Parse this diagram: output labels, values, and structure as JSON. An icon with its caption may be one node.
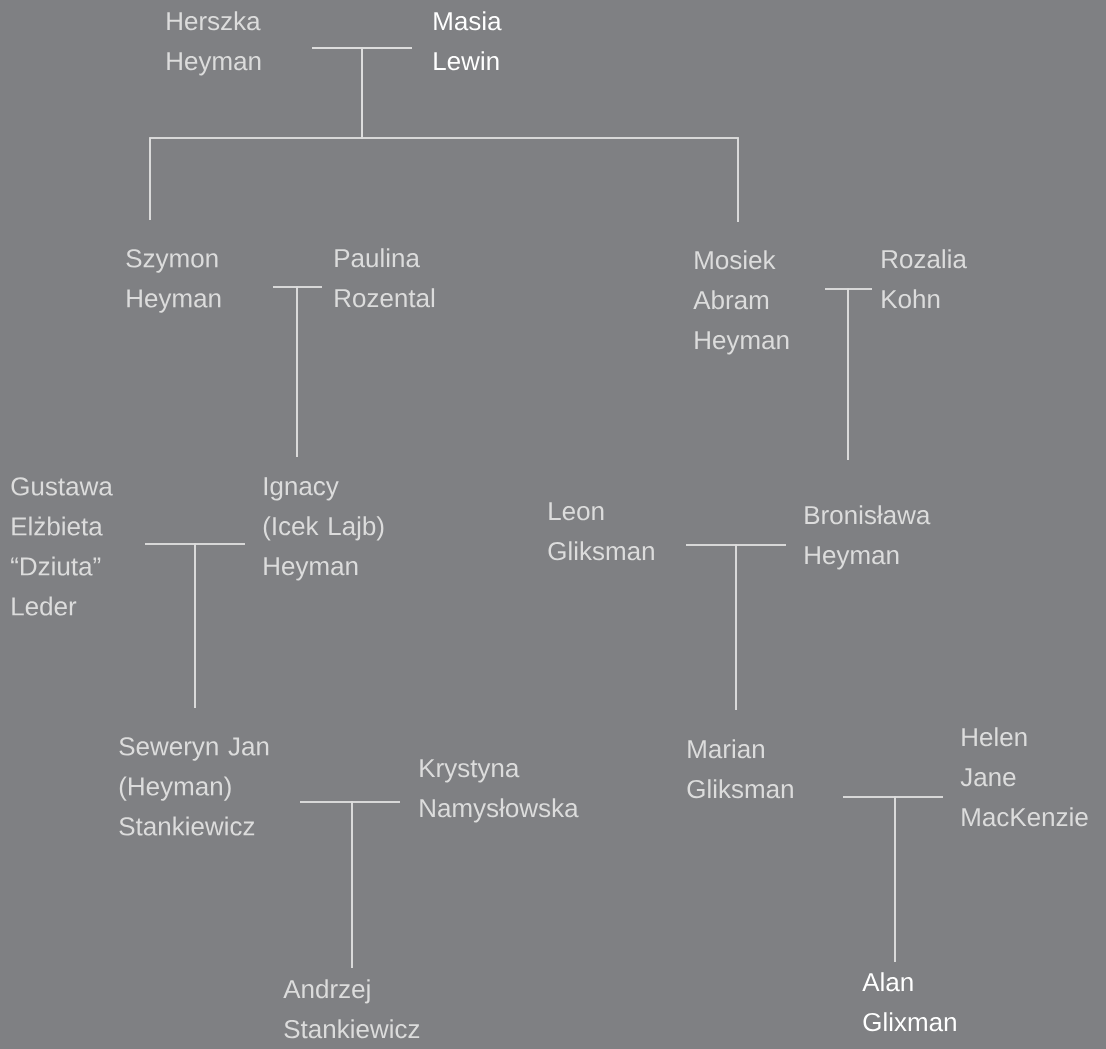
{
  "diagram": {
    "nodes": [
      {
        "text": [
          "Herszka Heyman"
        ]
      },
      {
        "text": [
          "Masia Lewin"
        ]
      },
      {
        "text": [
          "Szymon Heyman"
        ]
      },
      {
        "text": [
          "Paulina Rozental"
        ]
      },
      {
        "text": [
          "Mosiek Abram Heyman"
        ]
      },
      {
        "text": [
          "Rozalia Kohn"
        ]
      },
      {
        "text": [
          "Gustawa Elżbieta “Dziuta” Leder"
        ]
      },
      {
        "text": [
          "Ignacy (Icek Lajb) Heyman"
        ]
      },
      {
        "text": [
          "Leon Gliksman"
        ]
      },
      {
        "text": [
          "Bronisława Heyman"
        ]
      },
      {
        "text": [
          "Seweryn Jan (Heyman) Stankiewicz"
        ]
      },
      {
        "text": [
          "Krystyna Namysłowska"
        ]
      },
      {
        "text": [
          "Marian Gliksman"
        ]
      },
      {
        "text": [
          "Helen Jane MacKenzie"
        ]
      },
      {
        "text": [
          "Andrzej Stankiewicz"
        ]
      },
      {
        "text": [
          "Alan Glixman"
        ]
      }
    ],
    "edges": [
      {
        "from": 0,
        "to": 1,
        "arrow": "none"
      },
      {
        "from": 0,
        "to": 2,
        "arrow": "none"
      },
      {
        "from": 1,
        "to": 2,
        "arrow": "none"
      },
      {
        "from": 0,
        "to": 4,
        "arrow": "none"
      },
      {
        "from": 1,
        "to": 4,
        "arrow": "none"
      },
      {
        "from": 2,
        "to": 3,
        "arrow": "none"
      },
      {
        "from": 2,
        "to": 7,
        "arrow": "none"
      },
      {
        "from": 3,
        "to": 7,
        "arrow": "none"
      },
      {
        "from": 4,
        "to": 5,
        "arrow": "none"
      },
      {
        "from": 4,
        "to": 9,
        "arrow": "none"
      },
      {
        "from": 5,
        "to": 9,
        "arrow": "none"
      },
      {
        "from": 6,
        "to": 7,
        "arrow": "none"
      },
      {
        "from": 6,
        "to": 10,
        "arrow": "none"
      },
      {
        "from": 7,
        "to": 10,
        "arrow": "none"
      },
      {
        "from": 8,
        "to": 9,
        "arrow": "none"
      },
      {
        "from": 8,
        "to": 12,
        "arrow": "none"
      },
      {
        "from": 9,
        "to": 12,
        "arrow": "none"
      },
      {
        "from": 10,
        "to": 11,
        "arrow": "none"
      },
      {
        "from": 10,
        "to": 14,
        "arrow": "none"
      },
      {
        "from": 11,
        "to": 14,
        "arrow": "none"
      },
      {
        "from": 12,
        "to": 13,
        "arrow": "none"
      },
      {
        "from": 12,
        "to": 15,
        "arrow": "none"
      },
      {
        "from": 13,
        "to": 15,
        "arrow": "none"
      }
    ]
  }
}
